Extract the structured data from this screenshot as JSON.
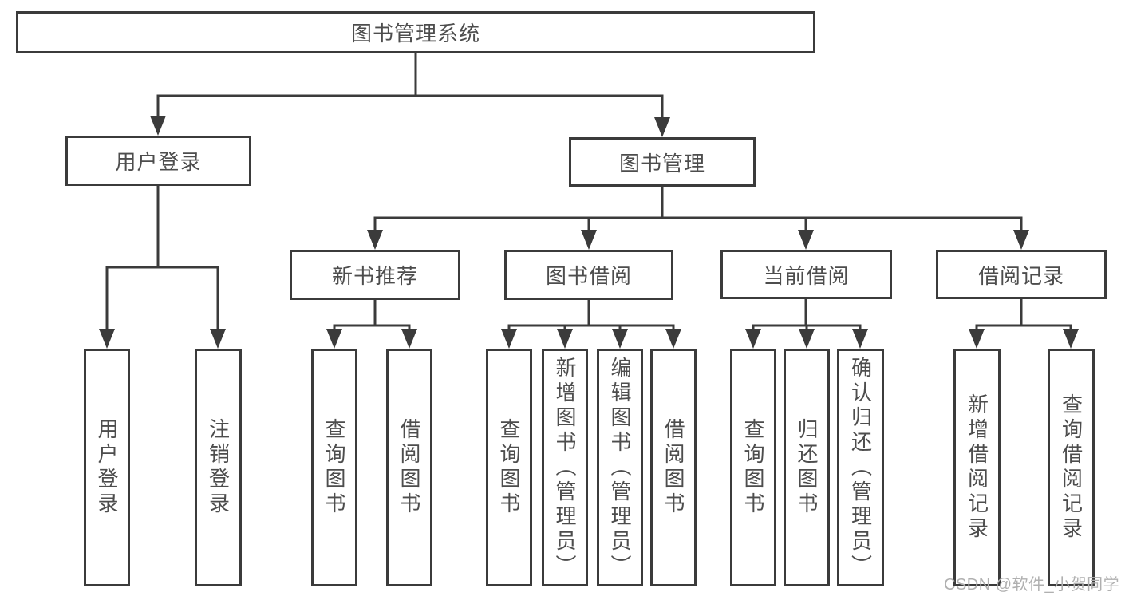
{
  "diagram": {
    "type": "hierarchy",
    "root": {
      "label": "图书管理系统",
      "children": [
        {
          "label": "用户登录",
          "children": [
            {
              "label": "用户登录"
            },
            {
              "label": "注销登录"
            }
          ]
        },
        {
          "label": "图书管理",
          "children": [
            {
              "label": "新书推荐",
              "children": [
                {
                  "label": "查询图书"
                },
                {
                  "label": "借阅图书"
                }
              ]
            },
            {
              "label": "图书借阅",
              "children": [
                {
                  "label": "查询图书"
                },
                {
                  "label": "新增图书（管理员）"
                },
                {
                  "label": "编辑图书（管理员）"
                },
                {
                  "label": "借阅图书"
                }
              ]
            },
            {
              "label": "当前借阅",
              "children": [
                {
                  "label": "查询图书"
                },
                {
                  "label": "归还图书"
                },
                {
                  "label": "确认归还（管理员）"
                }
              ]
            },
            {
              "label": "借阅记录",
              "children": [
                {
                  "label": "新增借阅记录"
                },
                {
                  "label": "查询借阅记录"
                }
              ]
            }
          ]
        }
      ]
    }
  },
  "watermark": {
    "text": "CSDN @软件_小贺同学"
  },
  "colors": {
    "line": "#3b3b3b",
    "box_border": "#3b3b3b",
    "text": "#4d4d4d",
    "background": "#ffffff",
    "watermark": "#b0b0b0"
  }
}
